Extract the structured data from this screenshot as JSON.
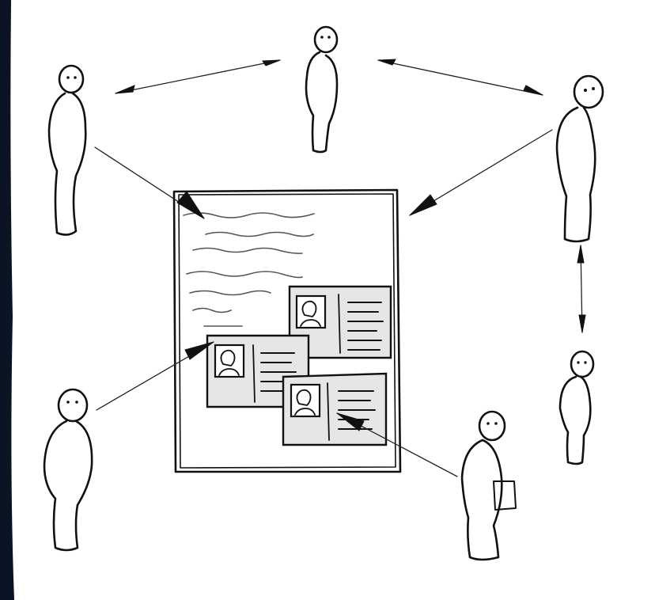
{
  "diagram": {
    "people": [
      {
        "id": "person-top-center"
      },
      {
        "id": "person-top-left"
      },
      {
        "id": "person-top-right"
      },
      {
        "id": "person-right-small"
      },
      {
        "id": "person-bottom-left"
      },
      {
        "id": "person-bottom-right"
      }
    ],
    "document": {
      "text_lines": 6,
      "profile_cards": 3
    },
    "connections": [
      {
        "from": "person-top-center",
        "to": "person-top-left"
      },
      {
        "from": "person-top-center",
        "to": "person-top-right"
      },
      {
        "from": "person-top-left",
        "to": "document"
      },
      {
        "from": "person-top-right",
        "to": "document"
      },
      {
        "from": "person-top-right",
        "to": "person-right-small"
      },
      {
        "from": "person-bottom-left",
        "to": "document"
      },
      {
        "from": "person-bottom-right",
        "to": "document"
      }
    ],
    "colors": {
      "ink": "#111111",
      "card_fill": "#e6e6e6",
      "background": "#ffffff",
      "edge": "#0a1424"
    }
  }
}
